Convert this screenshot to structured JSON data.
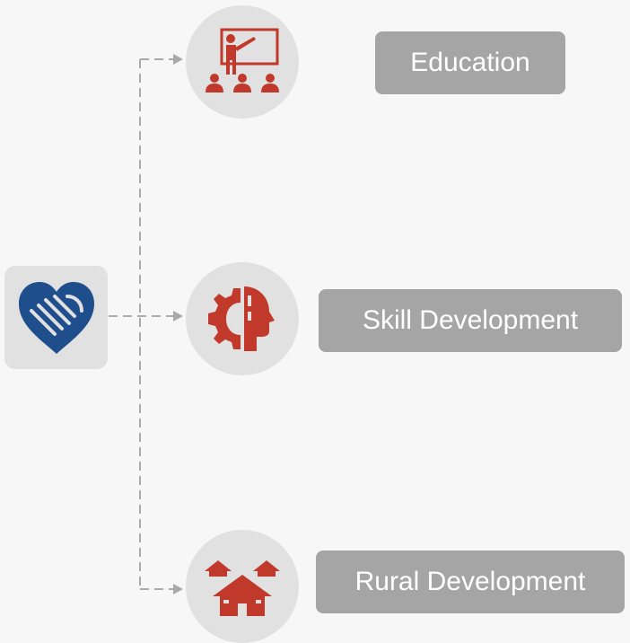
{
  "colors": {
    "accent_red": "#c0392b",
    "accent_blue": "#1f4e8c",
    "circle_bg": "#e1e1e1",
    "label_bg": "#a5a5a5",
    "connector": "#aaaaaa"
  },
  "root": {
    "icon": "handshake-heart-icon"
  },
  "branches": [
    {
      "label": "Education",
      "icon": "teacher-presentation-icon"
    },
    {
      "label": "Skill Development",
      "icon": "gear-head-icon"
    },
    {
      "label": "Rural Development",
      "icon": "huts-village-icon"
    }
  ]
}
